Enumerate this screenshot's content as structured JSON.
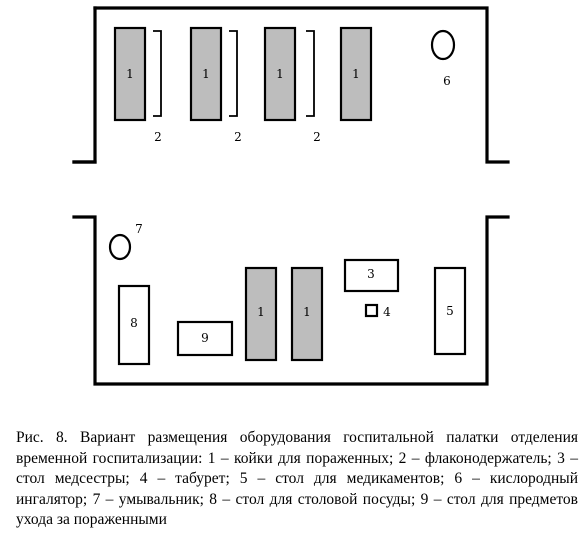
{
  "labels": {
    "bed": "1",
    "holder": "2",
    "nurse_table": "3",
    "stool": "4",
    "med_table": "5",
    "oxygen": "6",
    "sink": "7",
    "dish_table": "8",
    "care_table": "9"
  },
  "caption": "Рис. 8. Вариант размещения оборудования госпитальной палатки отделения временной госпитализации: 1 – койки для пораженных; 2 – флаконодержатель; 3 – стол медсестры; 4 – табурет; 5 – стол для медикаментов; 6 – кислородный ингалятор; 7 – умывальник; 8 – стол для столовой посуды; 9 – стол для предметов ухода за пораженными"
}
